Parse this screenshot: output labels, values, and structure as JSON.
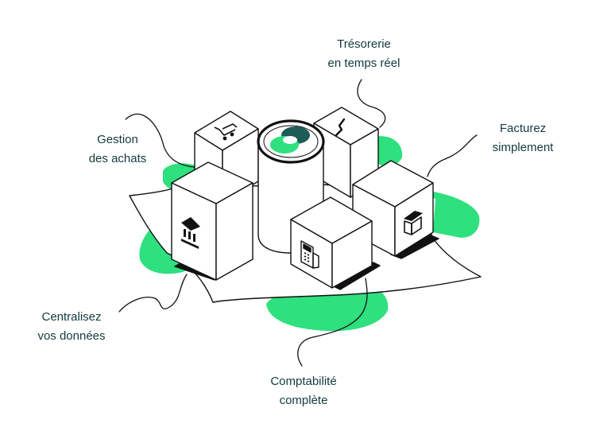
{
  "colors": {
    "accent_green": "#2ee07e",
    "ink": "#111111",
    "label_text": "#123a3f",
    "logo_dark": "#1d5c57",
    "logo_light": "#2ee07e"
  },
  "labels": {
    "tresorerie": {
      "line1": "Trésorerie",
      "line2": "en temps réel"
    },
    "gestion": {
      "line1": "Gestion",
      "line2": "des achats"
    },
    "facturez": {
      "line1": "Facturez",
      "line2": "simplement"
    },
    "centralisez": {
      "line1": "Centralisez",
      "line2": "vos données"
    },
    "comptabilite": {
      "line1": "Comptabilité",
      "line2": "complète"
    }
  },
  "icons": {
    "center": "logo-icon",
    "back_left": "shopping-cart-icon",
    "back_right": "trend-line-icon",
    "front_left": "bank-icon",
    "front_right": "shop-icon",
    "front_center": "calculator-icon"
  }
}
